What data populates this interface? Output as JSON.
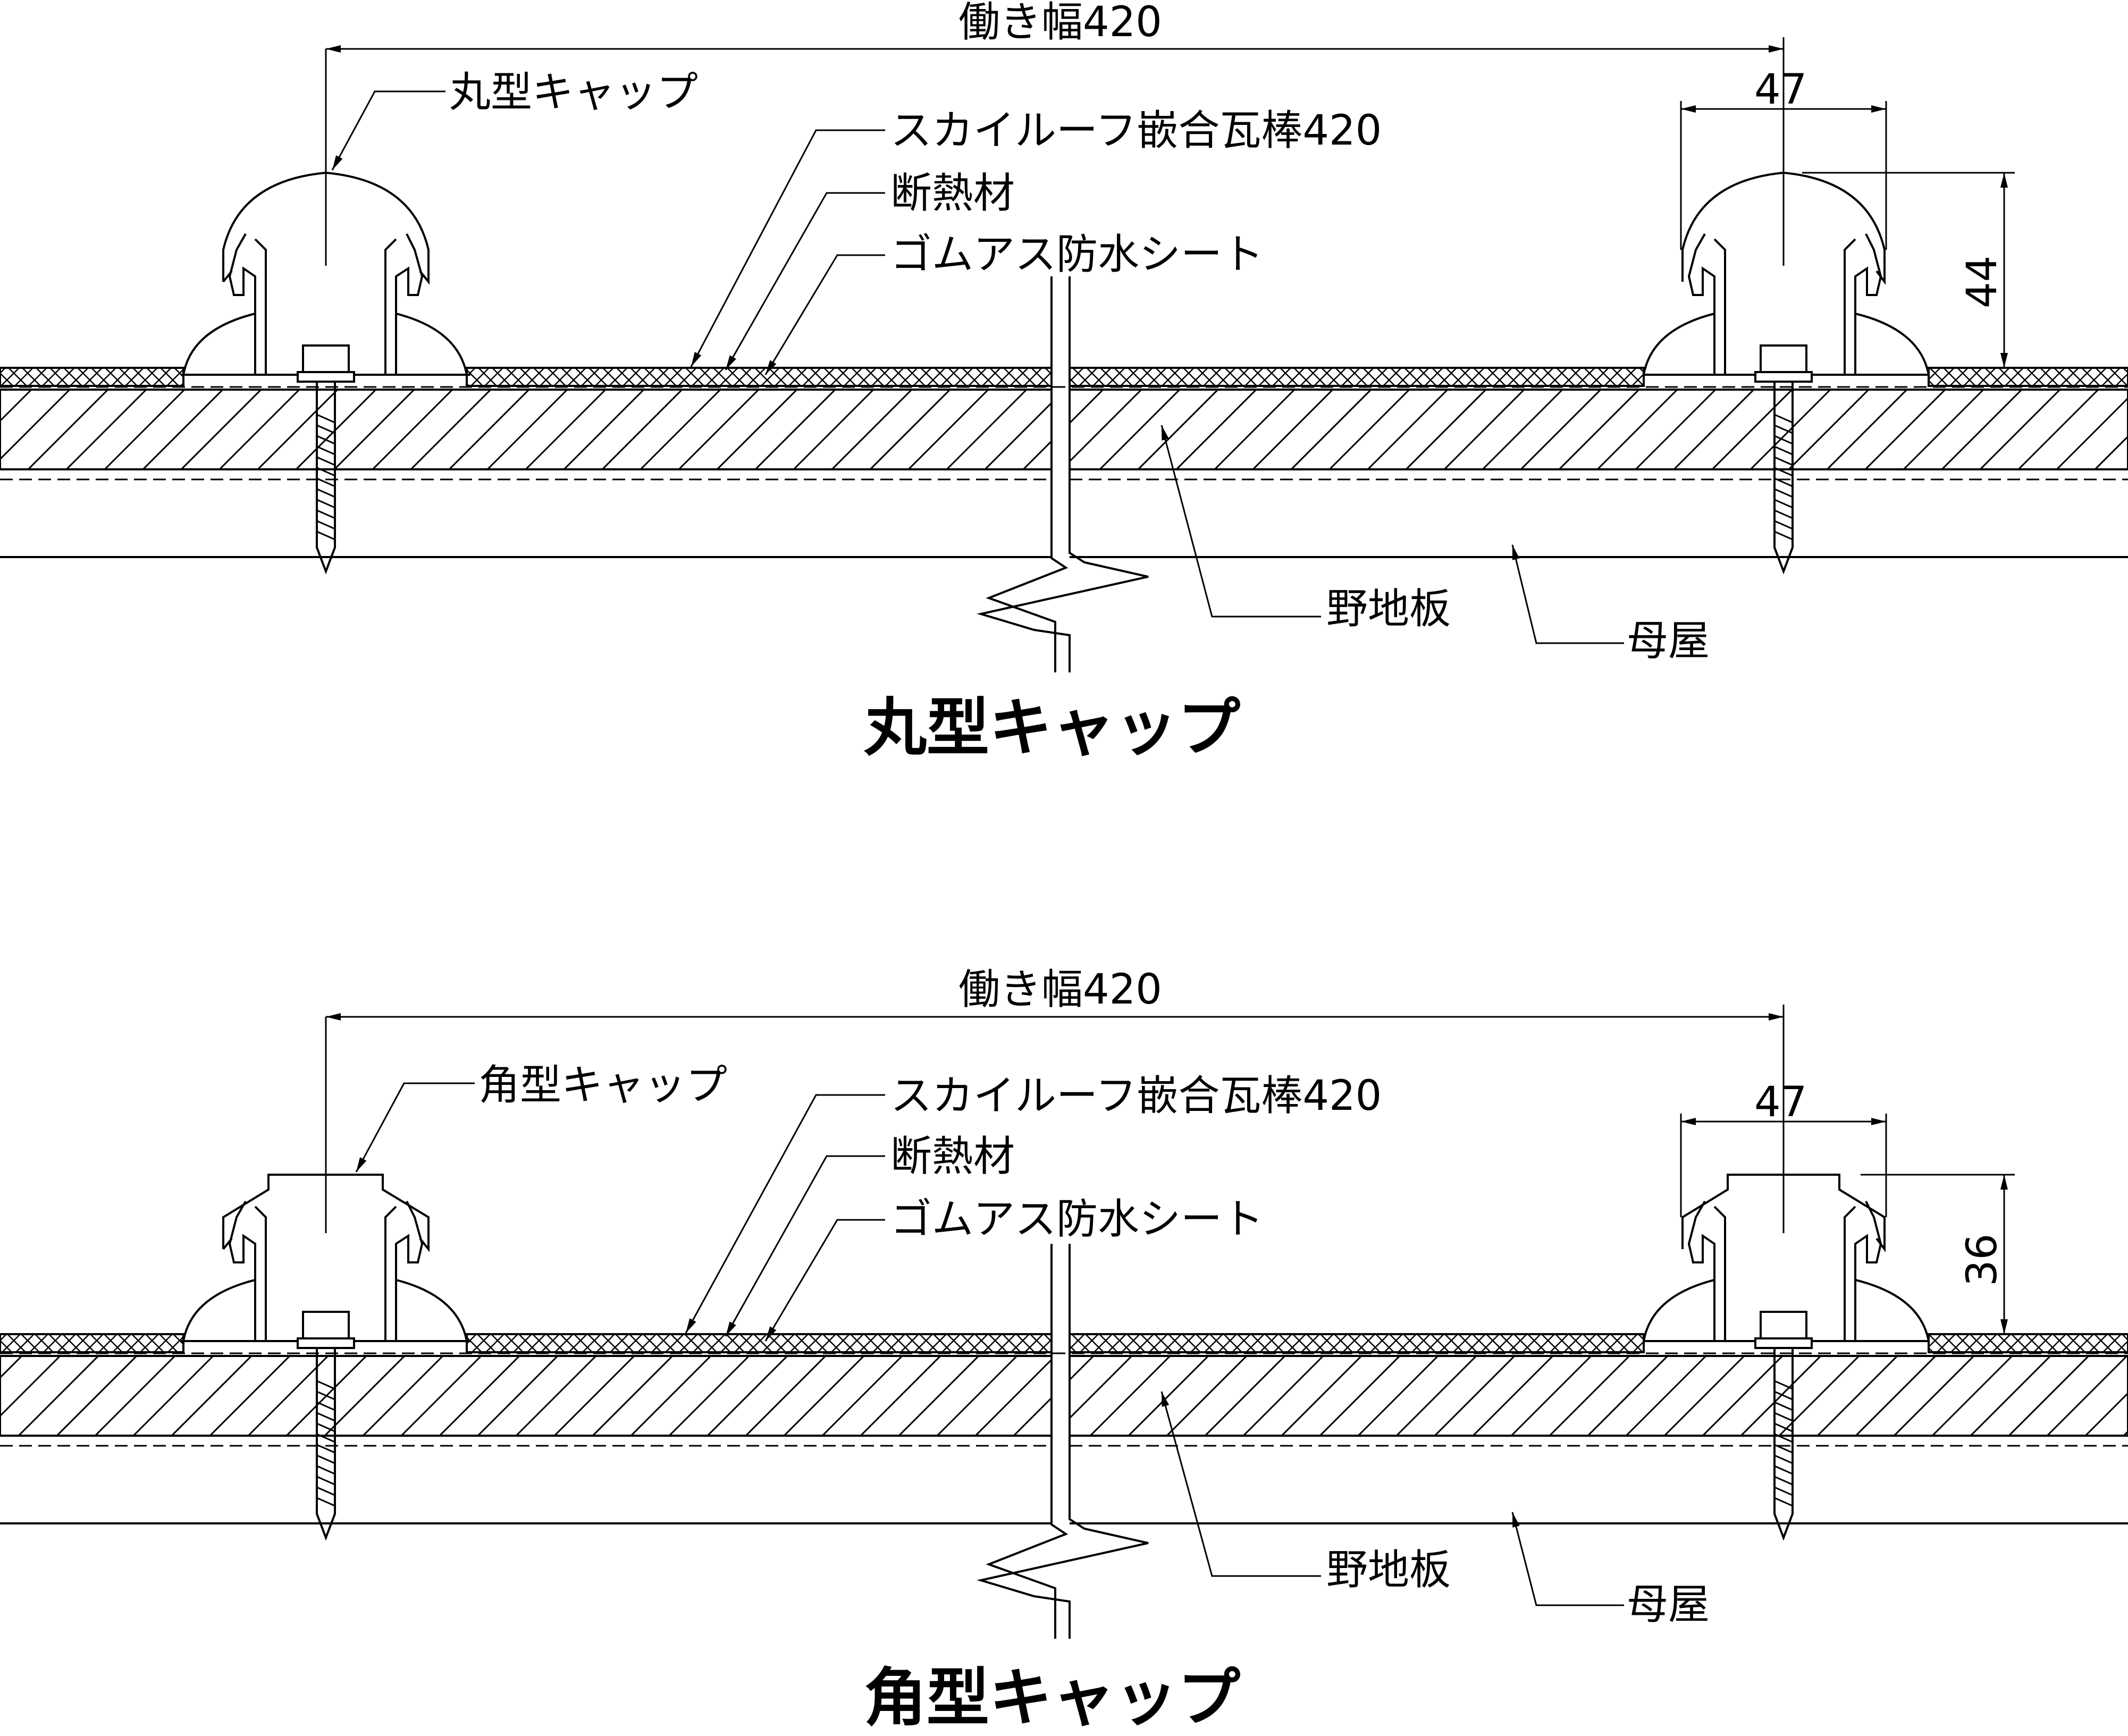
{
  "diagrams": [
    {
      "id": "round",
      "title": "丸型キャップ",
      "working_width_label": "働き幅420",
      "cap_label": "丸型キャップ",
      "panel_label": "スカイルーフ嵌合瓦棒420",
      "insulation_label": "断熱材",
      "sheet_label": "ゴムアス防水シート",
      "sheathing_label": "野地板",
      "purlin_label": "母屋",
      "cap_width_label": "47",
      "cap_height_label": "44",
      "cap_shape": "round"
    },
    {
      "id": "square",
      "title": "角型キャップ",
      "working_width_label": "働き幅420",
      "cap_label": "角型キャップ",
      "panel_label": "スカイルーフ嵌合瓦棒420",
      "insulation_label": "断熱材",
      "sheet_label": "ゴムアス防水シート",
      "sheathing_label": "野地板",
      "purlin_label": "母屋",
      "cap_width_label": "47",
      "cap_height_label": "36",
      "cap_shape": "square"
    }
  ],
  "colors": {
    "line": "#000000",
    "background": "#ffffff"
  }
}
